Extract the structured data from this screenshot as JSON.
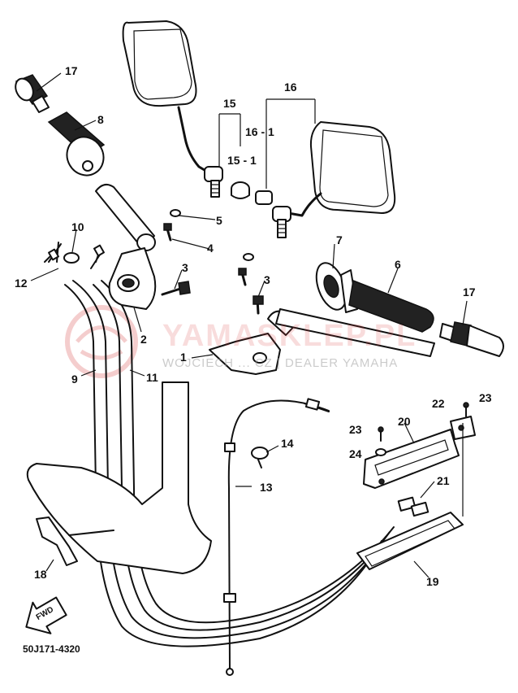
{
  "diagram": {
    "part_labels": [
      "1",
      "2",
      "3",
      "3",
      "4",
      "5",
      "6",
      "7",
      "8",
      "9",
      "10",
      "11",
      "12",
      "13",
      "14",
      "15",
      "15 - 1",
      "16",
      "16 - 1",
      "17",
      "17",
      "18",
      "19",
      "20",
      "21",
      "22",
      "23",
      "23",
      "24"
    ],
    "catalog_code": "50J171-4320",
    "fwd_arrow_text": "FWD",
    "watermark": {
      "brand": "YAMASKLEP.PL",
      "tagline": "WOJCIECH ... CZ | DEALER YAMAHA"
    }
  }
}
